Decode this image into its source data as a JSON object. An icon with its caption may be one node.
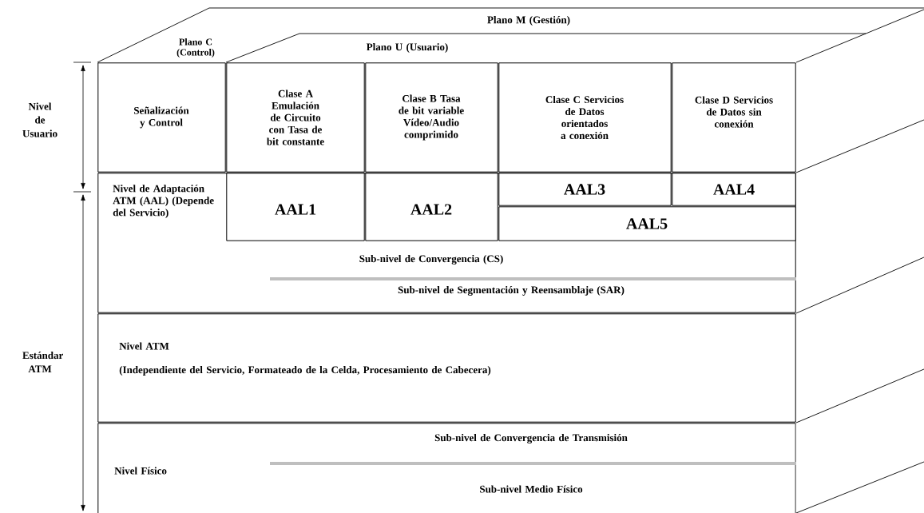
{
  "diagram": {
    "nodes": [
      {
        "text": [
          "Plano M (Gestión)"
        ]
      },
      {
        "text": [
          "Plano C (Control)"
        ]
      },
      {
        "text": [
          "Plano U (Usuario)"
        ]
      },
      {
        "text": [
          "Señalización y Control"
        ]
      },
      {
        "text": [
          "Clase A Emulación de Circuito con Tasa de bit constante"
        ]
      },
      {
        "text": [
          "Clase B Tasa de bit variable Vídeo/Audio comprimido"
        ]
      },
      {
        "text": [
          "Clase C Servicios de Datos orientados a conexión"
        ]
      },
      {
        "text": [
          "Clase D Servicios de Datos sin conexión"
        ]
      },
      {
        "text": [
          "Nivel de Adaptación ATM (AAL) (Depende del Servicio)",
          "Sub-nivel de Convergencia (CS)",
          "Sub-nivel de Segmentación y Reensamblaje (SAR)"
        ]
      },
      {
        "text": [
          "AAL1"
        ],
        "in": 8
      },
      {
        "text": [
          "AAL2"
        ],
        "in": 8
      },
      {
        "text": [
          "AAL3"
        ],
        "in": 8
      },
      {
        "text": [
          "AAL4"
        ],
        "in": 8
      },
      {
        "text": [
          "AAL5"
        ],
        "in": 8
      },
      {
        "text": [
          "Nivel ATM",
          "(Independiente del Servicio, Formateado de la Celda, Procesamiento de Cabecera)"
        ]
      },
      {
        "text": [
          "Nivel Físico",
          "Sub-nivel de Convergencia de Transmisión",
          "Sub-nivel Medio Físico"
        ]
      }
    ],
    "labels": [
      "Nivel de Usuario",
      "Estándar ATM"
    ]
  }
}
